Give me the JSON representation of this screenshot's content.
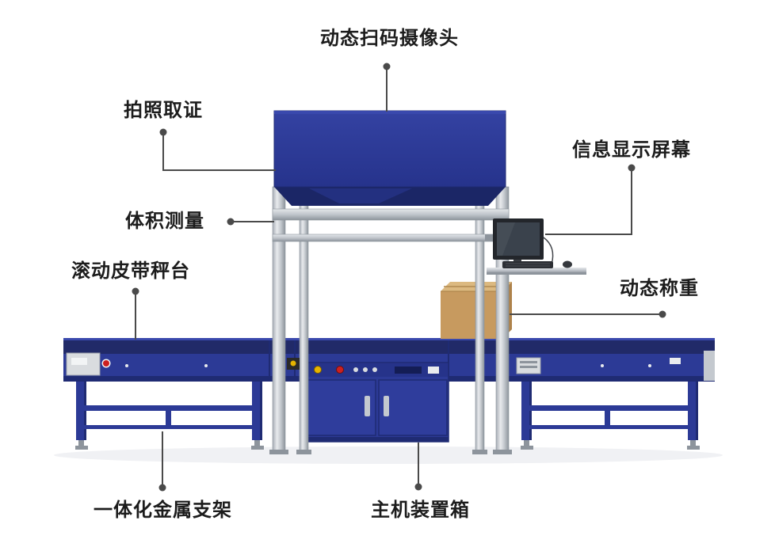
{
  "labels": [
    {
      "id": "scan-camera",
      "text": "动态扫码摄像头"
    },
    {
      "id": "photo-capture",
      "text": "拍照取证"
    },
    {
      "id": "info-screen",
      "text": "信息显示屏幕"
    },
    {
      "id": "volume-measure",
      "text": "体积测量"
    },
    {
      "id": "belt-scale",
      "text": "滚动皮带秤台"
    },
    {
      "id": "dynamic-weigh",
      "text": "动态称重"
    },
    {
      "id": "metal-frame",
      "text": "一体化金属支架"
    },
    {
      "id": "host-cabinet",
      "text": "主机装置箱"
    }
  ],
  "colors": {
    "page_bg": "#ffffff",
    "machine_blue": "#2c3a96",
    "machine_blue_dark": "#1f2b73",
    "machine_blue_light": "#3a49ad",
    "belt_dark": "#212a68",
    "metal": "#c4c9cf",
    "metal_dark": "#8d949c",
    "metal_light": "#e8eaed",
    "cardboard": "#c79a5f",
    "cardboard_light": "#dcb980",
    "cardboard_dark": "#ae824a",
    "bezel": "#23262b",
    "screen": "#3a424c",
    "accent_red": "#cc2020",
    "accent_yellow": "#e6b400",
    "panel_gray": "#d9dcdf",
    "leader_line": "#4a4a4a",
    "label_text": "#1c1c1c"
  }
}
